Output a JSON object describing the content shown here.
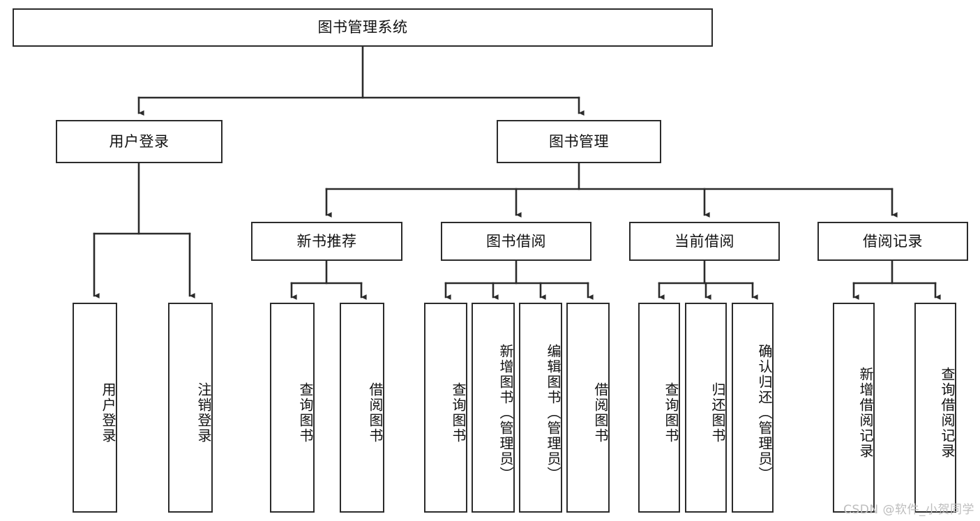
{
  "diagram": {
    "title": "图书管理系统",
    "type": "tree-hierarchy",
    "background_color": "#ffffff",
    "line_color": "#2b2b2b",
    "text_color": "#111111"
  },
  "nodes": {
    "root": {
      "label": "图书管理系统",
      "level": 0
    },
    "level1": [
      {
        "id": "user-login",
        "label": "用户登录"
      },
      {
        "id": "book-manage",
        "label": "图书管理"
      }
    ],
    "level2": [
      {
        "id": "new-book-recommend",
        "label": "新书推荐",
        "parent": "book-manage"
      },
      {
        "id": "book-borrow",
        "label": "图书借阅",
        "parent": "book-manage"
      },
      {
        "id": "current-borrow",
        "label": "当前借阅",
        "parent": "book-manage"
      },
      {
        "id": "borrow-record",
        "label": "借阅记录",
        "parent": "book-manage"
      }
    ],
    "leaves": [
      {
        "id": "leaf-user-login",
        "label": "用户登录",
        "parent": "user-login"
      },
      {
        "id": "leaf-logout-login",
        "label": "注销登录",
        "parent": "user-login"
      },
      {
        "id": "leaf-query-book-1",
        "label": "查询图书",
        "parent": "new-book-recommend"
      },
      {
        "id": "leaf-borrow-book-1",
        "label": "借阅图书",
        "parent": "new-book-recommend"
      },
      {
        "id": "leaf-query-book-2",
        "label": "查询图书",
        "parent": "book-borrow"
      },
      {
        "id": "leaf-add-book",
        "label": "新增图书（管理员）",
        "parent": "book-borrow"
      },
      {
        "id": "leaf-edit-book",
        "label": "编辑图书（管理员）",
        "parent": "book-borrow"
      },
      {
        "id": "leaf-borrow-book-2",
        "label": "借阅图书",
        "parent": "book-borrow"
      },
      {
        "id": "leaf-query-book-3",
        "label": "查询图书",
        "parent": "current-borrow"
      },
      {
        "id": "leaf-return-book",
        "label": "归还图书",
        "parent": "current-borrow"
      },
      {
        "id": "leaf-confirm-return",
        "label": "确认归还（管理员）",
        "parent": "current-borrow"
      },
      {
        "id": "leaf-add-record",
        "label": "新增借阅记录",
        "parent": "borrow-record"
      },
      {
        "id": "leaf-query-record",
        "label": "查询借阅记录",
        "parent": "borrow-record"
      }
    ]
  },
  "watermark": {
    "text": "CSDN @软件_小贺同学"
  }
}
